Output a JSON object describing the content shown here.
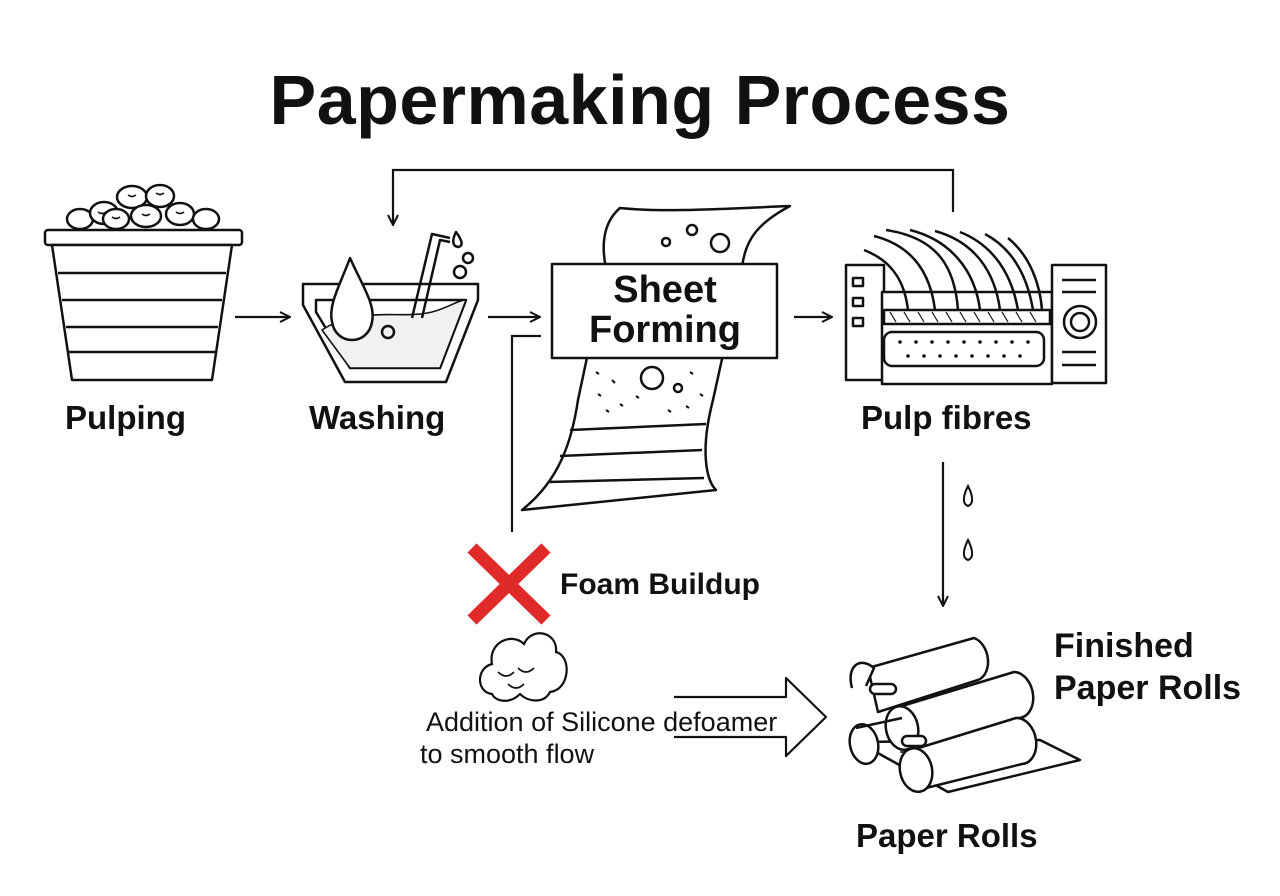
{
  "title": "Papermaking Process",
  "steps": {
    "pulping": "Pulping",
    "washing": "Washing",
    "sheet_forming": "Sheet Forming",
    "pulp_fibres": "Pulp fibres",
    "paper_rolls": "Paper Rolls"
  },
  "issue": {
    "label": "Foam Buildup",
    "marker_color": "#e02a2a"
  },
  "remedy": {
    "line1": "Addition of Silicone defoamer",
    "line2": "to smooth flow"
  },
  "output": {
    "line1": "Finished",
    "line2": "Paper Rolls"
  },
  "icons": [
    "pulp-basket-icon",
    "washing-basin-icon",
    "paper-sheet-icon",
    "paper-machine-icon",
    "cross-icon",
    "foam-cloud-icon",
    "water-drop-icon",
    "paper-rolls-icon"
  ]
}
